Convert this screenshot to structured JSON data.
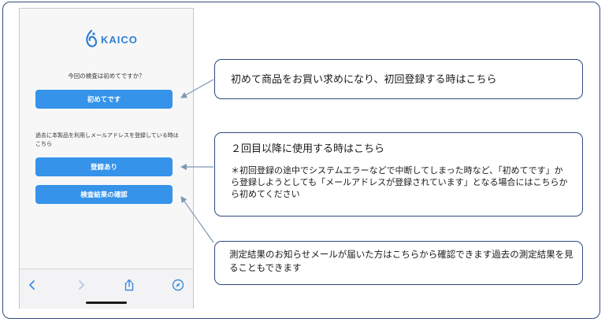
{
  "app": {
    "logo_text": "KAICO",
    "question": "今回の検査は初めてですか？",
    "first_time_button": "初めてです",
    "registered_note": "過去に本製品を利用しメールアドレスを登録している時はこちら",
    "registered_button": "登録あり",
    "check_results_button": "検査結果の確認"
  },
  "browser_bar": {
    "icons": [
      "back-chevron-icon",
      "forward-chevron-icon",
      "share-icon",
      "compass-icon"
    ]
  },
  "callouts": {
    "first_time": "初めて商品をお買い求めになり、初回登録する時はこちら",
    "registered_heading": "２回目以降に使用する時はこちら",
    "registered_body": "＊初回登録の途中でシステムエラーなどで中断してしまった時など、「初めてです」から登録しようとしても「メールアドレスが登録されています」となる場合にはこちらから初めてください",
    "results": "測定結果のお知らせメールが届いた方はこちらから確認できます過去の測定結果を見ることもできます"
  },
  "colors": {
    "button_blue": "#3593e9",
    "frame_navy": "#2e4a80",
    "logo_blue": "#2f7fd4",
    "arrow_gray": "#7f96b2"
  }
}
